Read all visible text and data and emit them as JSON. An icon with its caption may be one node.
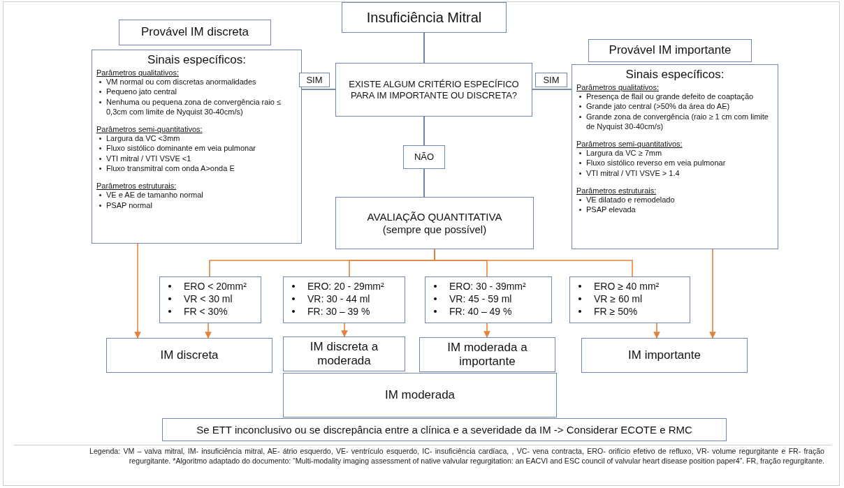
{
  "diagram": {
    "caption": "Legenda: VM – valva mitral, IM- insuficiência mitral, AE- átrio esquerdo, VE- ventrículo esquerdo, IC- insuficiência cardíaca, , VC- vena contracta, ERO- orifício efetivo de refluxo, VR- volume regurgitante e FR- fração regurgitante. *Algoritmo adaptado do documento: “Multi-modality imaging assessment of native valvular regurgitation: an EACVI and ESC council of valvular heart disease position paper4”. FR, fração regurgitante.",
    "nodes": [
      {
        "text": [
          "Insuficiência Mitral"
        ]
      },
      {
        "text": [
          "Provável IM discreta"
        ]
      },
      {
        "text": [
          "Sinais específicos:",
          "Parâmetros qualitativos:",
          "VM normal ou com discretas anormalidades",
          "Pequeno jato central",
          "Nenhuma ou pequena zona de convergência raio ≤ 0,3cm com limite de Nyquist 30-40cm/s)",
          "Parâmetros semi-quantitativos:",
          "Largura da VC <3mm",
          "Fluxo sistólico dominante em veia pulmonar",
          "VTI mitral / VTI VSVE <1",
          "Fluxo transmitral com onda A>onda E",
          "Parâmetros estruturais:",
          "VE e AE  de tamanho normal",
          "PSAP normal"
        ]
      },
      {
        "text": [
          "EXISTE ALGUM CRITÉRIO ESPECÍFICO PARA IM IMPORTANTE OU DISCRETA?"
        ]
      },
      {
        "text": [
          "Provável IM importante"
        ]
      },
      {
        "text": [
          "Sinais específicos:",
          "Parâmetros qualitativos:",
          "Presença de flail ou grande defeito de coaptação",
          "Grande jato central (>50% da área do AE)",
          "Grande  zona de convergência (raio ≥ 1 cm com limite de Nyquist 30-40cm/s)",
          "Parâmetros semi-quantitativos:",
          "Largura da VC ≥ 7mm",
          "Fluxo sistólico reverso em veia pulmonar",
          "VTI mitral / VTI VSVE > 1.4",
          "Parâmetros estruturais:",
          "VE dilatado e remodelado",
          "PSAP elevada"
        ]
      },
      {
        "text": [
          "AVALIAÇÃO QUANTITATIVA",
          "(sempre que possível)"
        ]
      },
      {
        "text": [
          "ERO < 20mm²",
          "VR < 30 ml",
          "FR < 30%"
        ]
      },
      {
        "text": [
          "ERO: 20 - 29mm²",
          "VR: 30 - 44 ml",
          "FR: 30 – 39 %"
        ]
      },
      {
        "text": [
          "ERO: 30 - 39mm²",
          "VR: 45 - 59 ml",
          "FR: 40 – 49 %"
        ]
      },
      {
        "text": [
          "ERO ≥  40 mm²",
          "VR ≥ 60 ml",
          "FR ≥ 50%"
        ]
      },
      {
        "text": [
          "IM discreta"
        ]
      },
      {
        "text": [
          "IM discreta a moderada"
        ]
      },
      {
        "text": [
          "IM moderada a importante"
        ]
      },
      {
        "text": [
          "IM importante"
        ]
      },
      {
        "text": [
          "IM moderada"
        ]
      },
      {
        "text": [
          "Se ETT inconclusivo ou se discrepância entre a clínica e a severidade da IM -> Considerar ECOTE e RMC"
        ]
      }
    ],
    "edges": [
      {
        "from": 0,
        "to": 3,
        "arrow": "none",
        "color": "#4a6491"
      },
      {
        "from": 3,
        "to": 2,
        "arrow": "none",
        "label": "SIM",
        "color": "#4a6491"
      },
      {
        "from": 3,
        "to": 5,
        "arrow": "none",
        "label": "SIM",
        "color": "#4a6491"
      },
      {
        "from": 3,
        "to": 6,
        "arrow": "none",
        "label": "NÃO",
        "color": "#4a6491"
      },
      {
        "from": 6,
        "to": 7,
        "arrow": "none"
      },
      {
        "from": 6,
        "to": 8,
        "arrow": "none"
      },
      {
        "from": 6,
        "to": 9,
        "arrow": "none"
      },
      {
        "from": 6,
        "to": 10,
        "arrow": "none"
      },
      {
        "from": 2,
        "to": 11,
        "arrow": "to"
      },
      {
        "from": 7,
        "to": 11,
        "arrow": "to"
      },
      {
        "from": 8,
        "to": 12,
        "arrow": "to"
      },
      {
        "from": 9,
        "to": 13,
        "arrow": "to"
      },
      {
        "from": 10,
        "to": 14,
        "arrow": "to"
      },
      {
        "from": 5,
        "to": 14,
        "arrow": "to"
      }
    ]
  }
}
